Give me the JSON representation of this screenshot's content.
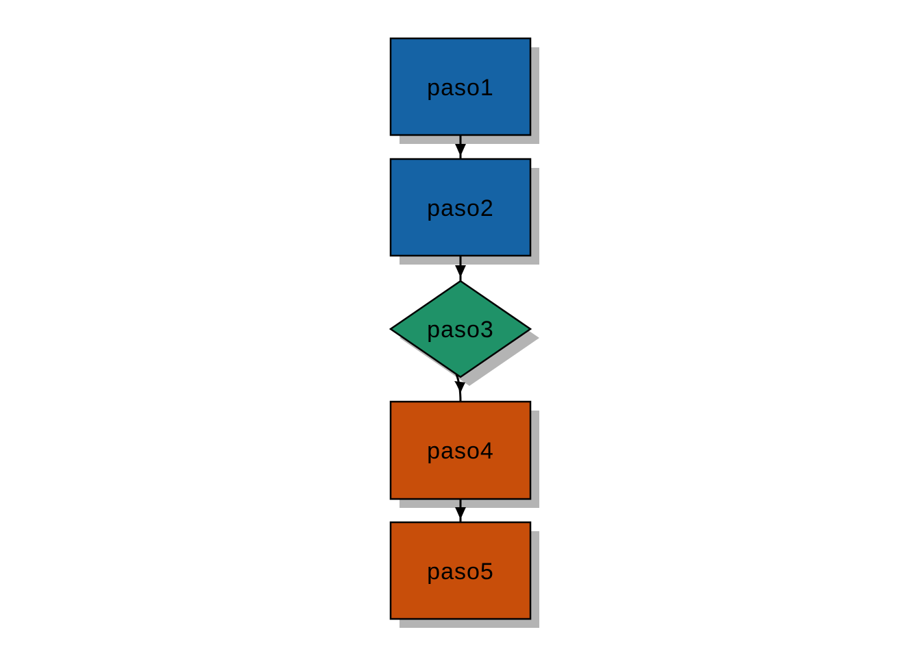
{
  "diagram": {
    "type": "flowchart",
    "direction": "top-to-bottom",
    "background": "#FFFFFF",
    "nodes": [
      {
        "id": "paso1",
        "label": "paso1",
        "shape": "rect",
        "fill": "#1563A5"
      },
      {
        "id": "paso2",
        "label": "paso2",
        "shape": "rect",
        "fill": "#1563A5"
      },
      {
        "id": "paso3",
        "label": "paso3",
        "shape": "diamond",
        "fill": "#1F9268"
      },
      {
        "id": "paso4",
        "label": "paso4",
        "shape": "rect",
        "fill": "#C84E0A"
      },
      {
        "id": "paso5",
        "label": "paso5",
        "shape": "rect",
        "fill": "#C84E0A"
      }
    ],
    "edges": [
      {
        "from": "paso1",
        "to": "paso2",
        "arrow": "down"
      },
      {
        "from": "paso2",
        "to": "paso3",
        "arrow": "down"
      },
      {
        "from": "paso3",
        "to": "paso4",
        "arrow": "down"
      },
      {
        "from": "paso4",
        "to": "paso5",
        "arrow": "down"
      }
    ]
  },
  "colors": {
    "process_blue": "#1563A5",
    "decision_green": "#1F9268",
    "process_orange": "#C84E0A",
    "shadow_gray": "#B4B4B4",
    "border_black": "#000000",
    "arrow_black": "#000000",
    "text_black": "#000000",
    "background_white": "#FFFFFF"
  }
}
